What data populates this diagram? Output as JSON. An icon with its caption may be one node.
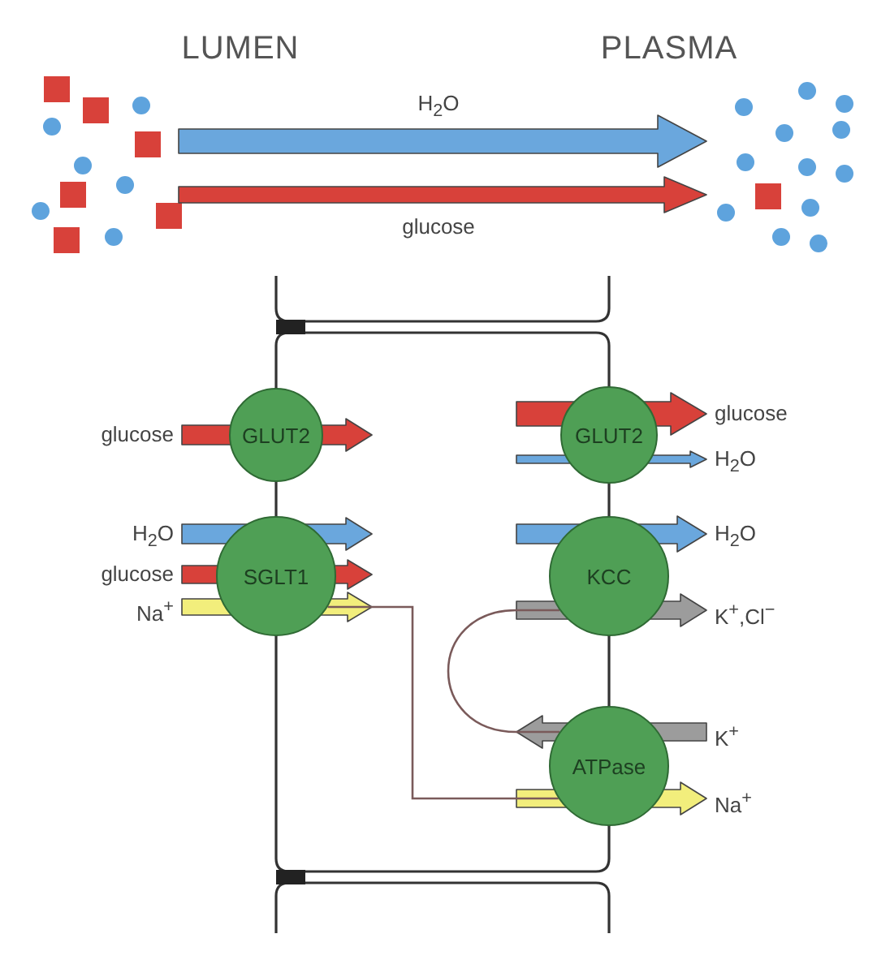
{
  "diagram": {
    "nodes": [
      {
        "text": [
          "GLUT2"
        ]
      },
      {
        "text": [
          "SGLT1"
        ]
      },
      {
        "text": [
          "GLUT2"
        ]
      },
      {
        "text": [
          "KCC"
        ]
      },
      {
        "text": [
          "ATPase"
        ]
      }
    ],
    "edges": [
      {
        "from": 1,
        "to": 4,
        "arrow": "none"
      },
      {
        "from": 4,
        "to": 3,
        "arrow": "none"
      }
    ],
    "labels": [
      "LUMEN",
      "PLASMA",
      "H$_{2}$O",
      "glucose",
      "glucose",
      "glucose",
      "H$_{2}$O",
      "H$_{2}$O",
      "H$_{2}$O",
      "glucose",
      "Na$^{+}$",
      "K$^{+}$,Cl$^{−}$",
      "K$^{+}$",
      "Na$^{+}$"
    ]
  }
}
